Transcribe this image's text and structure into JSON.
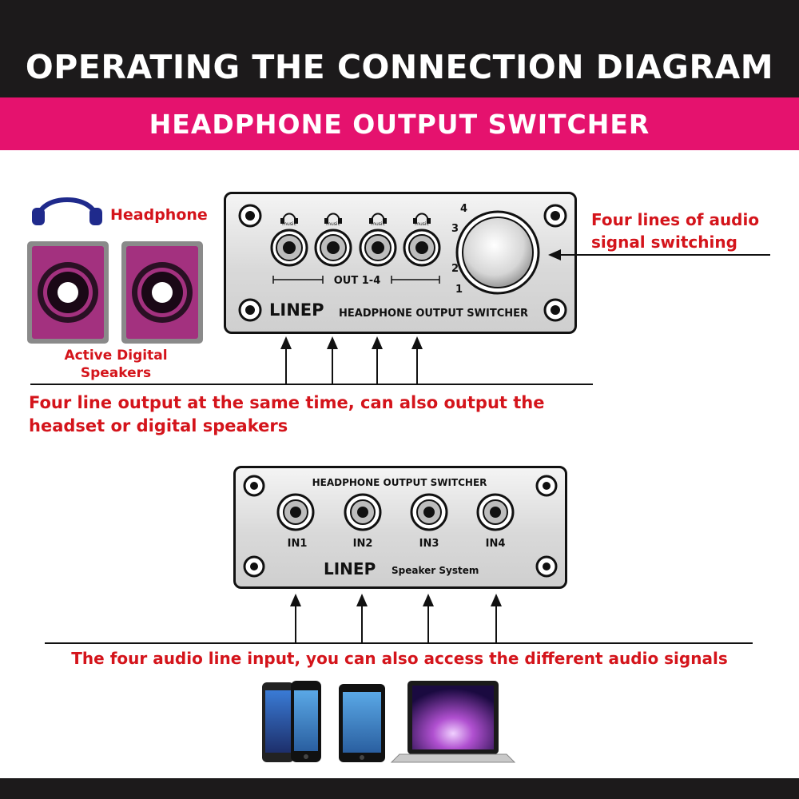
{
  "header": {
    "title": "OPERATING THE CONNECTION DIAGRAM",
    "subtitle": "HEADPHONE OUTPUT SWITCHER"
  },
  "top_device": {
    "out_label": "OUT 1-4",
    "brand": "LINEP",
    "name": "HEADPHONE OUTPUT SWITCHER",
    "jack_icon_label": "music",
    "knob_numbers": [
      "1",
      "2",
      "3",
      "4"
    ]
  },
  "bottom_device": {
    "name": "HEADPHONE OUTPUT SWITCHER",
    "brand": "LINEP",
    "system": "Speaker System",
    "inputs": [
      "IN1",
      "IN2",
      "IN3",
      "IN4"
    ]
  },
  "labels": {
    "headphone": "Headphone",
    "speakers_line1": "Active Digital",
    "speakers_line2": "Speakers",
    "switching_line1": "Four lines of audio",
    "switching_line2": "signal switching",
    "output_line1": "Four line output at the same time, can also output the",
    "output_line2": "headset or digital speakers",
    "input_line": "The four audio line input, you can also access the different audio signals"
  },
  "colors": {
    "header_bg": "#1c1a1b",
    "pink": "#e5126e",
    "label_red": "#d4141b",
    "speaker_magenta": "#a3317f",
    "headphone_blue": "#1f2a8c"
  }
}
